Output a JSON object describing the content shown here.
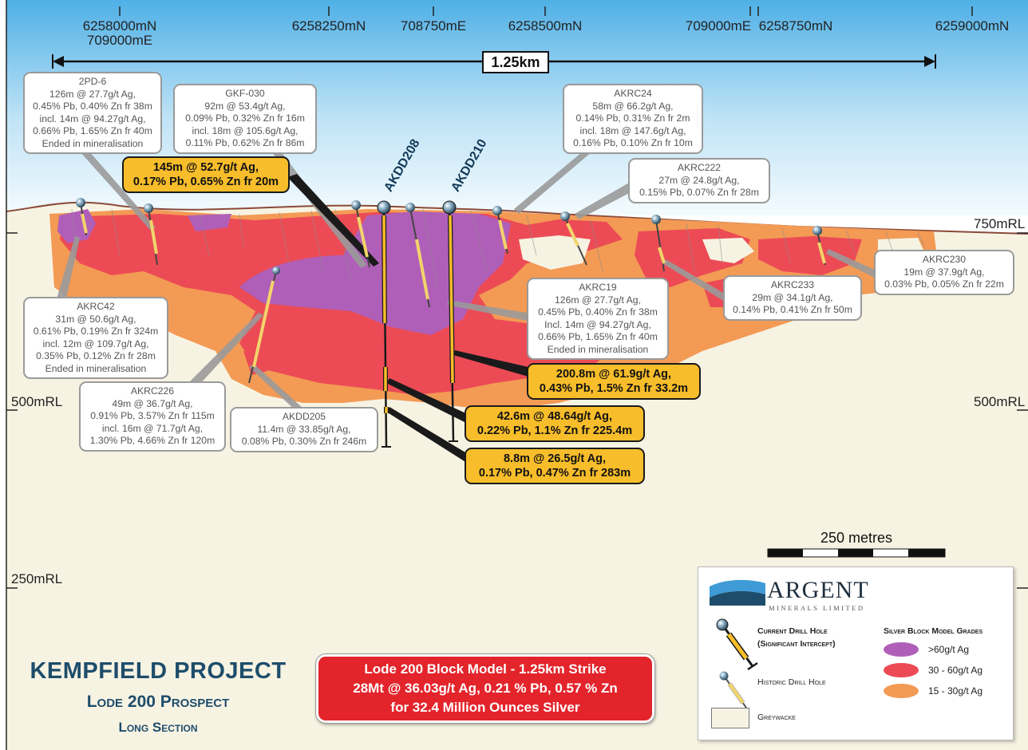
{
  "northings": [
    {
      "n": "6258000mN",
      "e": "709000mE"
    },
    {
      "n": "6258250mN"
    },
    {
      "n": "708750mE"
    },
    {
      "n": "6258500mN"
    },
    {
      "n": "709000mE"
    },
    {
      "n": "6258750mN"
    },
    {
      "n": "6259000mN"
    }
  ],
  "strike_label": "1.25km",
  "rl_labels": {
    "rl750": "750mRL",
    "rl500_left": "500mRL",
    "rl500_right": "500mRL",
    "rl250": "250mRL"
  },
  "drill_holes": {
    "akdd208": "AKDD208",
    "akdd210": "AKDD210"
  },
  "callouts_historic": [
    {
      "lines": [
        "2PD-6",
        "126m @ 27.7g/t Ag,",
        "0.45% Pb, 0.40% Zn fr 38m",
        "incl. 14m @ 94.27g/t Ag,",
        "0.66% Pb, 1.65% Zn fr 40m",
        "Ended in mineralisation"
      ]
    },
    {
      "lines": [
        "GKF-030",
        "92m @ 53.4g/t Ag,",
        "0.09% Pb, 0.32% Zn fr 16m",
        "incl. 18m @ 105.6g/t Ag,",
        "0.11% Pb, 0.62% Zn fr 86m"
      ]
    },
    {
      "lines": [
        "AKRC24",
        "58m @ 66.2g/t Ag,",
        "0.14% Pb, 0.31% Zn fr 2m",
        "incl. 18m @ 147.6g/t Ag,",
        "0.16% Pb, 0.10% Zn fr 10m"
      ]
    },
    {
      "lines": [
        "AKRC222",
        "27m @ 24.8g/t Ag,",
        "0.15% Pb, 0.07% Zn fr 28m"
      ]
    },
    {
      "lines": [
        "AKRC230",
        "19m @ 37.9g/t Ag,",
        "0.03% Pb, 0.05% Zn fr 22m"
      ]
    },
    {
      "lines": [
        "AKRC233",
        "29m @ 34.1g/t Ag,",
        "0.14% Pb, 0.41% Zn fr 50m"
      ]
    },
    {
      "lines": [
        "AKRC19",
        "126m @ 27.7g/t Ag,",
        "0.45% Pb, 0.40% Zn fr 38m",
        "Incl. 14m @ 94.27g/t Ag,",
        "0.66% Pb, 1.65% Zn fr 40m",
        "Ended in mineralisation"
      ]
    },
    {
      "lines": [
        "AKRC42",
        "31m @ 50.6g/t Ag,",
        "0.61% Pb, 0.19% Zn fr 324m",
        "incl. 12m @ 109.7g/t Ag,",
        "0.35% Pb, 0.12% Zn fr 28m",
        "Ended in mineralisation"
      ]
    },
    {
      "lines": [
        "AKRC226",
        "49m @ 36.7g/t Ag,",
        "0.91% Pb, 3.57% Zn fr 115m",
        "incl. 16m @ 71.7g/t Ag,",
        "1.30% Pb, 4.66% Zn fr 120m"
      ]
    },
    {
      "lines": [
        "AKDD205",
        "11.4m @ 33.85g/t Ag,",
        "0.08% Pb, 0.30% Zn fr 246m"
      ]
    }
  ],
  "callouts_current": [
    {
      "lines": [
        "145m @ 52.7g/t Ag,",
        "0.17% Pb, 0.65% Zn fr 20m"
      ]
    },
    {
      "lines": [
        "200.8m @ 61.9g/t Ag,",
        "0.43% Pb, 1.5% Zn fr 33.2m"
      ]
    },
    {
      "lines": [
        "42.6m @ 48.64g/t Ag,",
        "0.22% Pb, 1.1% Zn fr 225.4m"
      ]
    },
    {
      "lines": [
        "8.8m @ 26.5g/t Ag,",
        "0.17% Pb, 0.47% Zn fr 283m"
      ]
    }
  ],
  "scale_bar": "250 metres",
  "title": {
    "line1": "KEMPFIELD PROJECT",
    "line2": "Lode 200 Prospect",
    "line3": "Long Section"
  },
  "summary": {
    "line1": "Lode 200 Block Model - 1.25km Strike",
    "line2": "28Mt @ 36.03g/t Ag, 0.21 % Pb, 0.57 % Zn",
    "line3": "for 32.4 Million Ounces Silver"
  },
  "legend": {
    "logo_name": "ARGENT",
    "logo_sub": "MINERALS LIMITED",
    "current_hole": "Current Drill Hole",
    "current_hole_sub": "(Significant Intercept)",
    "historic_hole": "Historic Drill Hole",
    "greywacke": "Greywacke",
    "grades_title": "Silver Block Model Grades",
    "grades": [
      {
        "label": ">60g/t Ag",
        "color": "#b05fb8"
      },
      {
        "label": "30 - 60g/t Ag",
        "color": "#ec4b55"
      },
      {
        "label": "15 - 30g/t Ag",
        "color": "#f39a55"
      }
    ]
  },
  "colors": {
    "sky_top": "#5fb6e6",
    "greywacke": "#f7f3e3",
    "high": "#b05fb8",
    "mid": "#ec4b55",
    "low": "#f39a55",
    "callout_yellow": "#f7bd2a",
    "title_blue": "#1e4d6b"
  }
}
